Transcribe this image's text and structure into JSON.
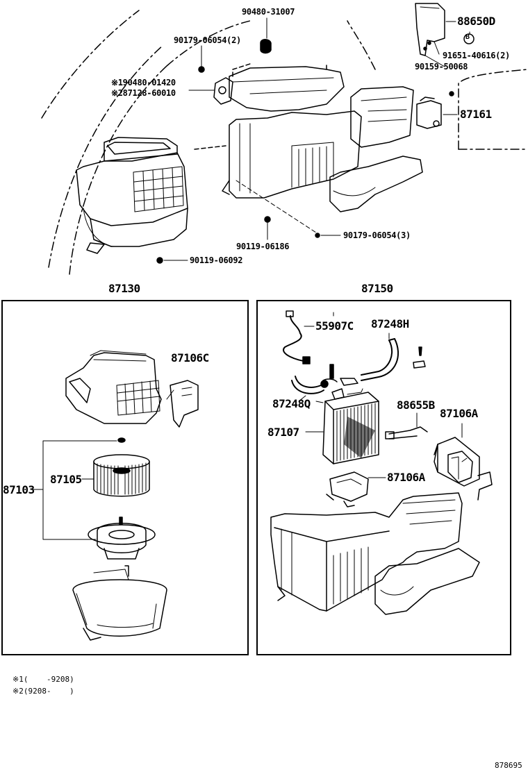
{
  "top_callouts": {
    "c1": "90480-31007",
    "c2": "88650D",
    "c3": "90179-06054(2)",
    "c4": "91651-40616(2)",
    "c5": "90159-50068",
    "c6": "※190480-01420",
    "c7": "※287128-60010",
    "c8": "87161",
    "c9": "90179-06054(3)",
    "c10": "90119-06186",
    "c11": "90119-06092",
    "bolt_mark": "B"
  },
  "left_panel": {
    "title": "87130",
    "c_blower_case": "87106C",
    "c_fan": "87105",
    "c_assy": "87103"
  },
  "right_panel": {
    "title": "87150",
    "c_thermistor": "55907C",
    "c_hose_h": "87248H",
    "c_hose_q": "87248Q",
    "c_core": "87107",
    "c_harness": "88655B",
    "c_servo_a1": "87106A",
    "c_servo_a2": "87106A"
  },
  "notes": {
    "n1": "※1(    -9208)",
    "n2": "※2(9208-    )"
  },
  "figure_code": "878695"
}
